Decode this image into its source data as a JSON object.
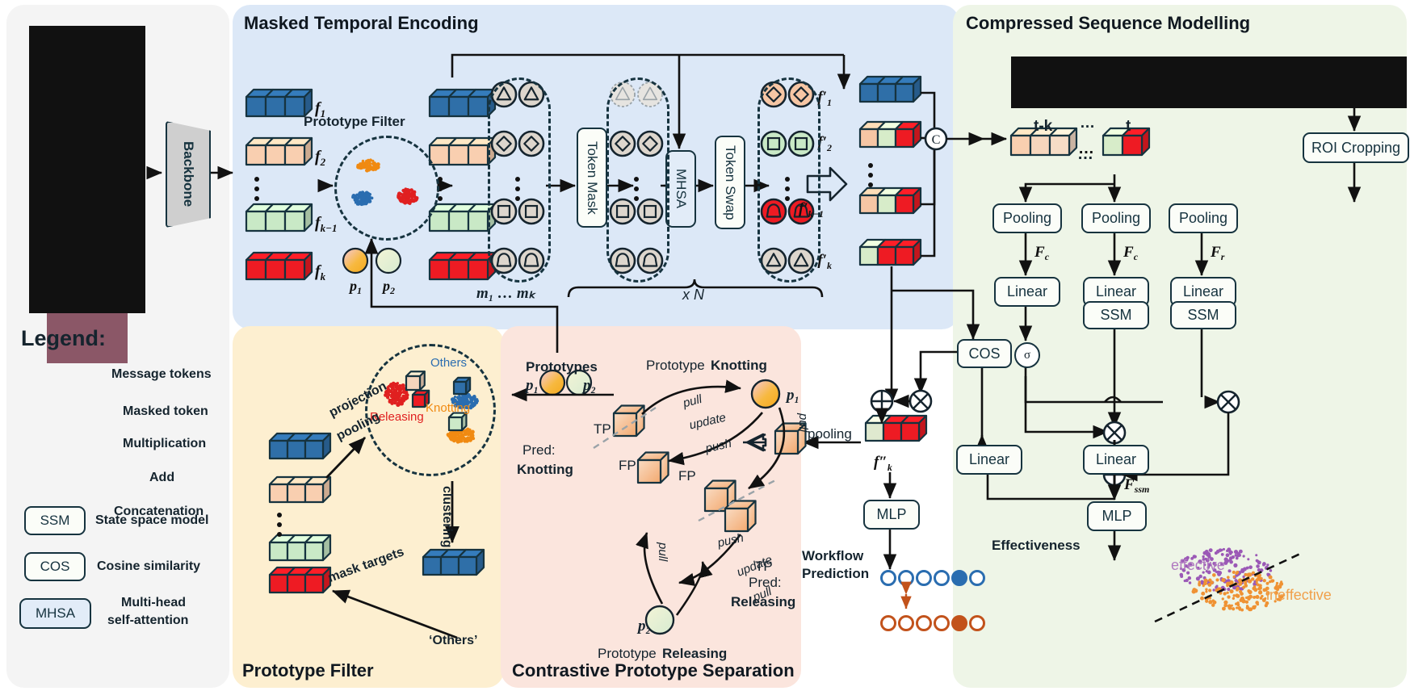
{
  "panels": {
    "mte_title": "Masked Temporal Encoding",
    "csm_title": "Compressed Sequence Modelling",
    "pf_title": "Prototype Filter",
    "cps_title": "Contrastive Prototype Separation"
  },
  "legend": {
    "title": "Legend:",
    "items": [
      {
        "icon": "message-token-icons",
        "label": "Message tokens"
      },
      {
        "icon": "masked-token-icon",
        "label": "Masked token"
      },
      {
        "icon": "multiplication-icon",
        "label": "Multiplication"
      },
      {
        "icon": "add-icon",
        "label": "Add"
      },
      {
        "icon": "concatenation-icon",
        "label": "Concatenation"
      },
      {
        "icon": "ssm-box",
        "label": "State space model",
        "box": "SSM"
      },
      {
        "icon": "cos-box",
        "label": "Cosine similarity",
        "box": "COS"
      },
      {
        "icon": "mhsa-box",
        "label": "Multi-head self-attention",
        "box": "MHSA",
        "label_line1": "Multi-head",
        "label_line2": "self-attention"
      }
    ]
  },
  "input": {
    "backbone_label": "Backbone",
    "filmstrip_name": "surgical-video-filmstrip",
    "frame_count": 4
  },
  "mte": {
    "features": [
      "f₁",
      "f₂",
      "fₖ₋₁",
      "fₖ"
    ],
    "feature_labels": [
      {
        "base": "f",
        "sub": "1"
      },
      {
        "base": "f",
        "sub": "2"
      },
      {
        "base": "f",
        "sub": "k−1"
      },
      {
        "base": "f",
        "sub": "k"
      }
    ],
    "prototype_filter_label": "Prototype Filter",
    "prototypes": [
      {
        "name": "p1",
        "label": "p₁"
      },
      {
        "name": "p2",
        "label": "p₂"
      }
    ],
    "mask_label": "m₁ … mₖ",
    "blocks": [
      "Token Mask",
      "MHSA",
      "Token Swap"
    ],
    "repeat_label": "x N",
    "outputs": [
      {
        "base": "f′",
        "sub": "1"
      },
      {
        "base": "f′",
        "sub": "2"
      },
      {
        "base": "f′",
        "sub": "k−1"
      },
      {
        "base": "f′",
        "sub": "k"
      }
    ]
  },
  "csm": {
    "timeline_labels": {
      "start": "t-k",
      "mid": "…",
      "end": "t"
    },
    "roi_label": "ROI Cropping",
    "pooling_label": "Pooling",
    "linear_label": "Linear",
    "ssm_label": "SSM",
    "mlp_label": "MLP",
    "cos_label": "COS",
    "sigma_label": "σ",
    "feat_c": {
      "base": "F",
      "sub": "c"
    },
    "feat_r": {
      "base": "F",
      "sub": "r"
    },
    "feat_ssm": {
      "base": "F",
      "sub": "ssm"
    },
    "effectiveness_label": "Effectiveness",
    "scatter": {
      "class_a": "effective",
      "class_b": "ineffective",
      "class_a_color": "#9b59b6",
      "class_b_color": "#ef9233"
    }
  },
  "workflow": {
    "pooling_label": "pooling",
    "feature_label": {
      "base": "f″",
      "sub": "k"
    },
    "mlp_label": "MLP",
    "title_line1": "Workflow",
    "title_line2": "Prediction",
    "pred_row": {
      "count": 6,
      "filled_index": 4,
      "color": "#2a6db0"
    },
    "gt_row": {
      "count": 6,
      "filled_index": 4,
      "color": "#c2521b"
    }
  },
  "pf": {
    "arrow1_line1": "projection",
    "arrow1_line2": "pooling",
    "clustering_label": "clustering",
    "mask_targets_label": "mask targets",
    "others_cube_label": "‘Others’",
    "clusters": [
      {
        "name": "Others",
        "color": "#2a6db0"
      },
      {
        "name": "Knotting",
        "color": "#f08a12"
      },
      {
        "name": "Releasing",
        "color": "#e02020"
      }
    ]
  },
  "cps": {
    "prototypes_title": "Prototypes",
    "p1": "p₁",
    "p2": "p₂",
    "proto_knotting": {
      "prefix": "Prototype",
      "bold": "Knotting"
    },
    "proto_releasing": {
      "prefix": "Prototype",
      "bold": "Releasing"
    },
    "pred_knotting": {
      "line1": "Pred:",
      "line2": "Knotting"
    },
    "pred_releasing": {
      "line1": "Pred:",
      "line2": "Releasing"
    },
    "tp_label": "TP",
    "fp_label": "FP",
    "edge_labels": [
      "pull",
      "update",
      "push",
      "pull",
      "push",
      "pull",
      "update",
      "pull"
    ]
  },
  "colors": {
    "blue_cube": "#2f6fa8",
    "peach_cube": "#f9cfb0",
    "green_cube": "#c9e9c6",
    "red_cube": "#ee1b23",
    "outline": "#16333f",
    "mte_bg": "#dce8f7",
    "csm_bg": "#eef5e7",
    "pf_bg": "#fdefd0",
    "cps_bg": "#fbe5dd"
  }
}
